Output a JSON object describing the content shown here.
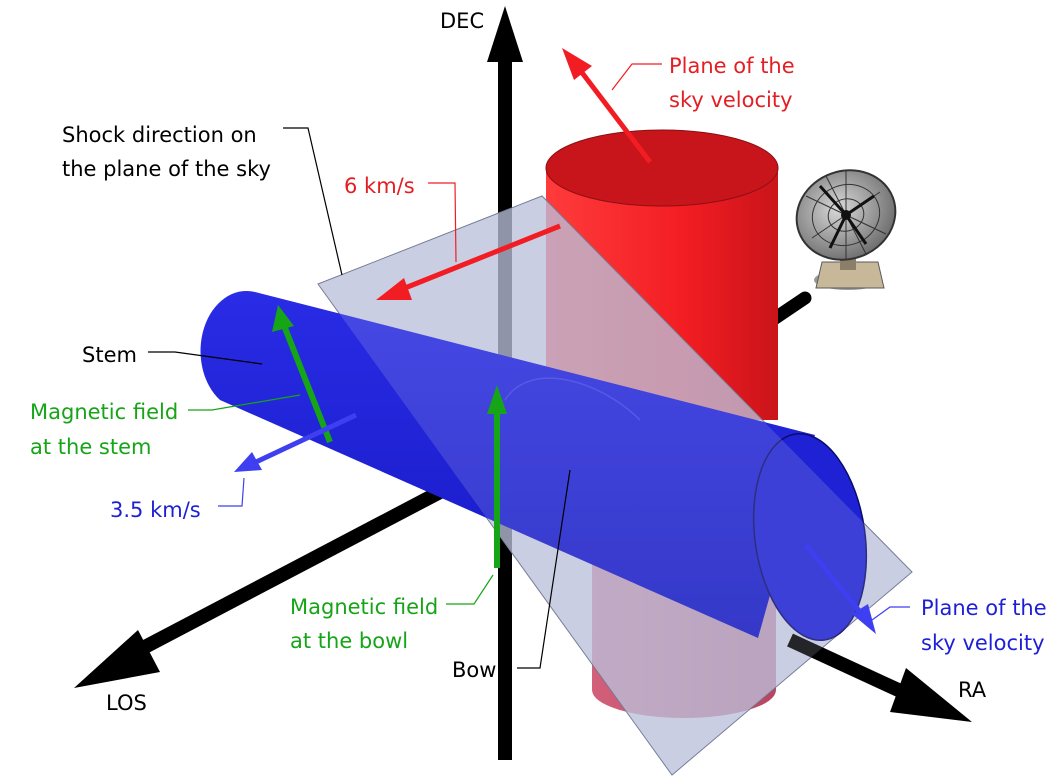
{
  "axes": {
    "dec": "DEC",
    "ra": "RA",
    "los": "LOS"
  },
  "labels": {
    "shock_line1": "Shock direction on",
    "shock_line2": "the plane of the sky",
    "red_sky_line1": "Plane of the",
    "red_sky_line2": "sky velocity",
    "red_speed": "6 km/s",
    "stem": "Stem",
    "mag_stem_line1": "Magnetic field",
    "mag_stem_line2": "at the stem",
    "blue_speed": "3.5 km/s",
    "mag_bowl_line1": "Magnetic field",
    "mag_bowl_line2": "at the bowl",
    "bowl": "Bowl",
    "blue_sky_line1": "Plane of the",
    "blue_sky_line2": "sky velocity"
  },
  "icons": {
    "telescope": "radio-telescope-icon"
  },
  "colors": {
    "red": "#e41e23",
    "blue": "#1d1fd6",
    "green": "#16a516",
    "axis": "#000000",
    "plane": "#b8bfd4"
  }
}
